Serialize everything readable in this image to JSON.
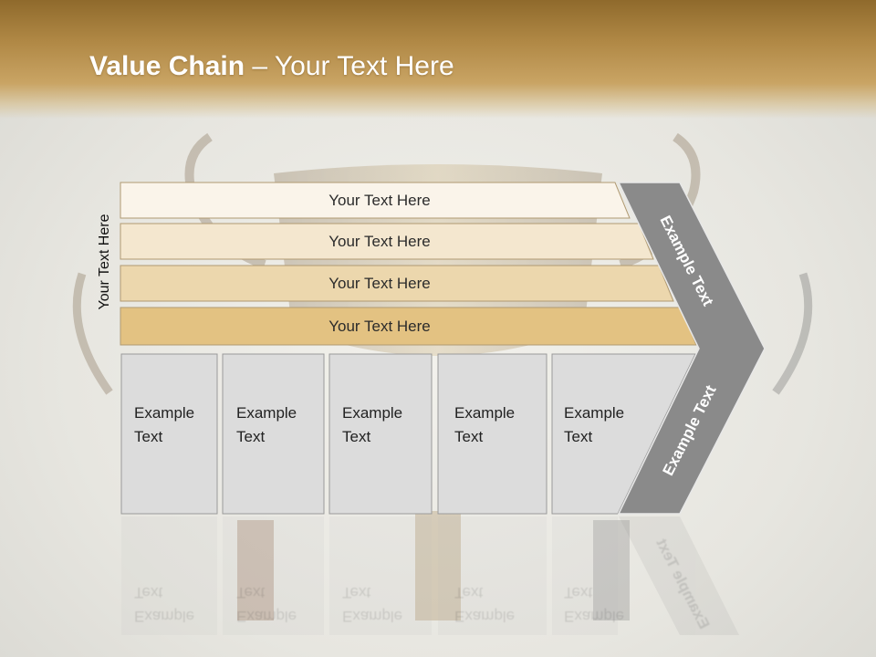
{
  "slide": {
    "title_bold": "Value Chain",
    "title_rest": " – Your Text Here",
    "side_label": "Your Text Here"
  },
  "bands": [
    {
      "label": "Your Text Here",
      "fill": "#faf4ea"
    },
    {
      "label": "Your Text Here",
      "fill": "#f4e7cf"
    },
    {
      "label": "Your Text Here",
      "fill": "#ecd7ad"
    },
    {
      "label": "Your Text Here",
      "fill": "#e3c282"
    }
  ],
  "boxes": [
    {
      "line1": "Example",
      "line2": "Text"
    },
    {
      "line1": "Example",
      "line2": "Text"
    },
    {
      "line1": "Example",
      "line2": "Text"
    },
    {
      "line1": "Example",
      "line2": "Text"
    },
    {
      "line1": "Example",
      "line2": "Text"
    }
  ],
  "chevron": {
    "upper_label": "Example Text",
    "lower_label": "Example Text",
    "fill": "#8a8a8a"
  },
  "colors": {
    "header_gold": "#b08845",
    "band_stroke": "#b09a72",
    "box_fill": "#dcdcdc",
    "box_stroke": "#9a9a9a"
  }
}
